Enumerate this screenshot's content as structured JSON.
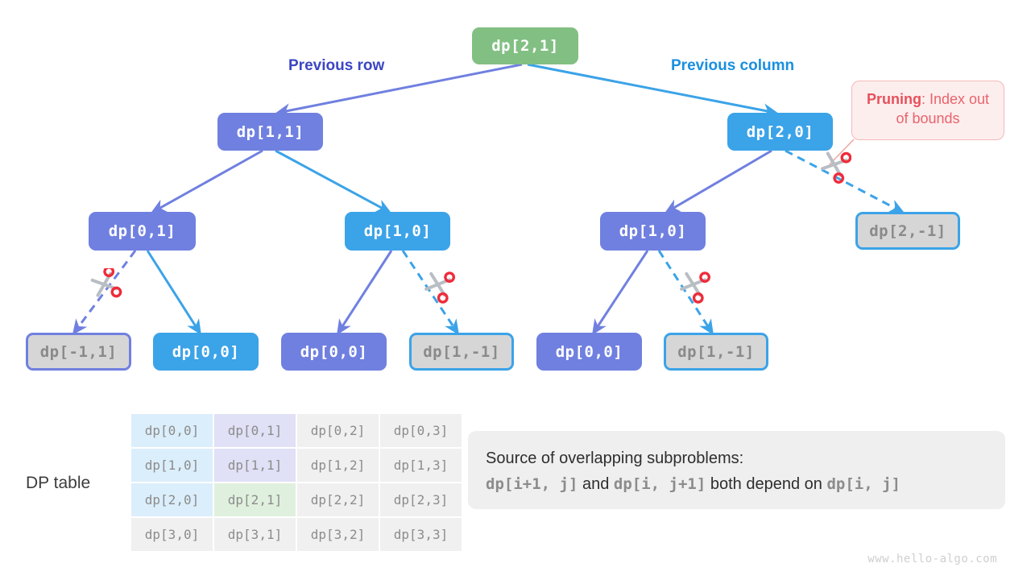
{
  "diagram": {
    "title": "Recursion tree with pruning and DP table",
    "colors": {
      "green": "#82bf83",
      "purple": "#7080e0",
      "blue": "#3ba3e8",
      "pruned_fill": "#d6d6d6",
      "pruned_text": "#8a8a8a",
      "label_purple": "#3b46c4",
      "label_blue": "#1a8fe0",
      "callout_text": "#e8505b",
      "callout_bg": "#fdeeee"
    },
    "edge_labels": [
      {
        "text": "Previous row",
        "color": "purple"
      },
      {
        "text": "Previous column",
        "color": "blue"
      }
    ],
    "nodes": [
      {
        "id": "root",
        "label": "dp[2,1]",
        "style": "green"
      },
      {
        "id": "n11",
        "label": "dp[1,1]",
        "style": "purple"
      },
      {
        "id": "n20",
        "label": "dp[2,0]",
        "style": "blue"
      },
      {
        "id": "n01",
        "label": "dp[0,1]",
        "style": "purple"
      },
      {
        "id": "n10a",
        "label": "dp[1,0]",
        "style": "blue"
      },
      {
        "id": "n10b",
        "label": "dp[1,0]",
        "style": "purple"
      },
      {
        "id": "n2m1",
        "label": "dp[2,-1]",
        "style": "pruned-blue"
      },
      {
        "id": "nm11",
        "label": "dp[-1,1]",
        "style": "pruned-purple"
      },
      {
        "id": "n00a",
        "label": "dp[0,0]",
        "style": "blue"
      },
      {
        "id": "n00b",
        "label": "dp[0,0]",
        "style": "purple"
      },
      {
        "id": "n1m1a",
        "label": "dp[1,-1]",
        "style": "pruned-blue"
      },
      {
        "id": "n00c",
        "label": "dp[0,0]",
        "style": "purple"
      },
      {
        "id": "n1m1b",
        "label": "dp[1,-1]",
        "style": "pruned-blue"
      }
    ],
    "callout": {
      "bold": "Pruning",
      "rest": ": Index out of bounds"
    },
    "scissors_icon_name": "scissors-icon"
  },
  "dp_table": {
    "label": "DP table",
    "rows": [
      [
        {
          "text": "dp[0,0]",
          "fill": "c-blue"
        },
        {
          "text": "dp[0,1]",
          "fill": "c-purple"
        },
        {
          "text": "dp[0,2]",
          "fill": ""
        },
        {
          "text": "dp[0,3]",
          "fill": ""
        }
      ],
      [
        {
          "text": "dp[1,0]",
          "fill": "c-blue"
        },
        {
          "text": "dp[1,1]",
          "fill": "c-purple"
        },
        {
          "text": "dp[1,2]",
          "fill": ""
        },
        {
          "text": "dp[1,3]",
          "fill": ""
        }
      ],
      [
        {
          "text": "dp[2,0]",
          "fill": "c-blue"
        },
        {
          "text": "dp[2,1]",
          "fill": "c-green"
        },
        {
          "text": "dp[2,2]",
          "fill": ""
        },
        {
          "text": "dp[2,3]",
          "fill": ""
        }
      ],
      [
        {
          "text": "dp[3,0]",
          "fill": ""
        },
        {
          "text": "dp[3,1]",
          "fill": ""
        },
        {
          "text": "dp[3,2]",
          "fill": ""
        },
        {
          "text": "dp[3,3]",
          "fill": ""
        }
      ]
    ]
  },
  "infobox": {
    "line1": "Source of overlapping subproblems:",
    "frag_a": "dp[i+1, j]",
    "frag_and": "and",
    "frag_b": "dp[i, j+1]",
    "frag_mid": "both depend on",
    "frag_c": "dp[i, j]"
  },
  "watermark": "www.hello-algo.com"
}
